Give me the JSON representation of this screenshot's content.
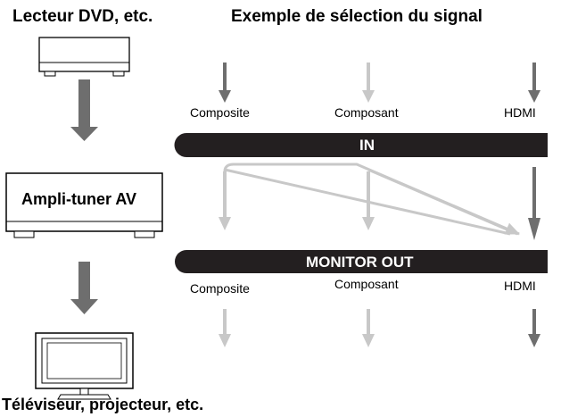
{
  "left_title": "Lecteur DVD, etc.",
  "right_title": "Exemple de sélection du signal",
  "receiver_label": "Ampli-tuner AV",
  "display_label": "Téléviseur, projecteur, etc.",
  "inputs": [
    "Composite",
    "Composant",
    "HDMI"
  ],
  "outputs": [
    "Composite",
    "Composant",
    "HDMI"
  ],
  "in_bar_label": "IN",
  "out_bar_label": "MONITOR OUT",
  "colors": {
    "active": "#6e6e6e",
    "inactive": "#c8c8c8",
    "bar": "#231f20"
  }
}
